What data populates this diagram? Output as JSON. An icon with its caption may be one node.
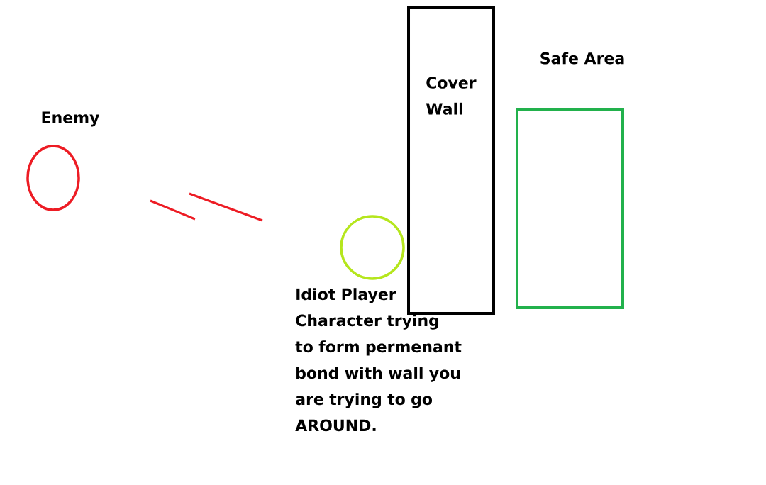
{
  "diagram": {
    "nodes": [
      {
        "text": [
          "Enemy"
        ]
      },
      {
        "text": [
          "Cover Wall"
        ]
      },
      {
        "text": [
          "Safe Area"
        ]
      },
      {
        "text": [
          "Idiot Player Character trying to form permenant bond with wall you are trying to go AROUND."
        ]
      }
    ]
  }
}
